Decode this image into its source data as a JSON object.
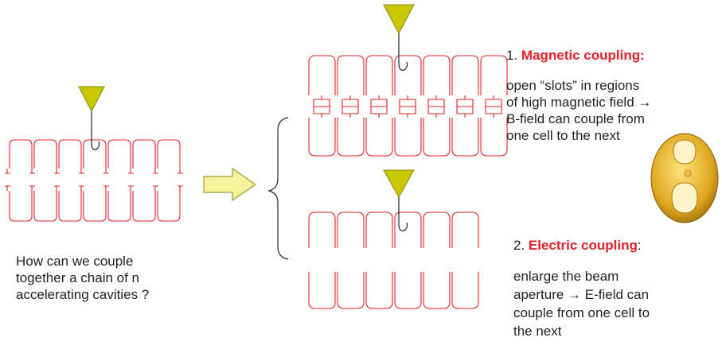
{
  "question_lines": [
    "How can we couple",
    "together a chain of n",
    "accelerating cavities ?"
  ],
  "magnetic": {
    "number": "1. ",
    "title": "Magnetic coupling:",
    "lines": [
      "open “slots” in regions",
      "of high magnetic field →",
      "B-field can couple from",
      "one cell to the next"
    ]
  },
  "electric": {
    "number": "2. ",
    "title": "Electric coupling",
    "suffix": ":",
    "lines": [
      "enlarge the beam",
      "aperture → E-field can",
      "couple from one cell to",
      "the next"
    ]
  },
  "colors": {
    "cavity_outline": "#e8202a",
    "highlight": "#e8202a",
    "coupler_fill": "#c8c800",
    "arrow_fill": "#f4f49c",
    "arrow_stroke": "#9c9c3c",
    "disk_outer": "#d9a21a",
    "disk_inner": "#fff4c8"
  },
  "icons": [
    "rf-coupler-icon",
    "right-arrow-icon",
    "curly-brace-icon",
    "coupling-disk-icon"
  ]
}
